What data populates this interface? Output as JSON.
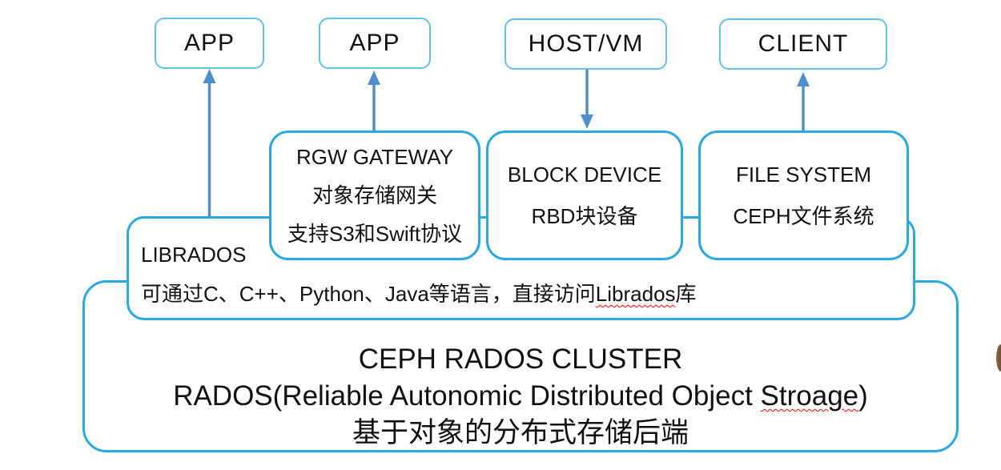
{
  "top_boxes": [
    {
      "label": "APP"
    },
    {
      "label": "APP"
    },
    {
      "label": "HOST/VM"
    },
    {
      "label": "CLIENT"
    }
  ],
  "middle_boxes": [
    {
      "lines": [
        "RGW GATEWAY",
        "对象存储网关",
        "支持S3和Swift协议"
      ]
    },
    {
      "lines": [
        "BLOCK DEVICE",
        "RBD块设备"
      ]
    },
    {
      "lines": [
        "FILE SYSTEM",
        "CEPH文件系统"
      ]
    }
  ],
  "librados_box": {
    "title": "LIBRADOS",
    "desc_prefix": "可通过C、C++、Python、Java等语言，直接访问",
    "desc_misspelled": "Librados",
    "desc_suffix": "库"
  },
  "rados_box": {
    "line1": "CEPH RADOS CLUSTER",
    "line2_prefix": "RADOS(Reliable Autonomic Distributed Object ",
    "line2_misspelled": "Stroage",
    "line2_suffix": ")",
    "line3": "基于对象的分布式存储后端"
  },
  "arrows": [
    {
      "name": "librados-to-app-left",
      "direction": "up"
    },
    {
      "name": "rgw-gateway-to-app-right",
      "direction": "up"
    },
    {
      "name": "host-vm-to-block-device",
      "direction": "down"
    },
    {
      "name": "file-system-to-client",
      "direction": "up"
    }
  ],
  "colors": {
    "background": "#ffffff",
    "top_box_border": "#62c1e9",
    "panel_border": "#29a9e2",
    "arrow": "#4f8ecb",
    "text": "#111111",
    "spellcheck_underline": "#ff0000",
    "edge_artifact": "#6f4e2e"
  }
}
